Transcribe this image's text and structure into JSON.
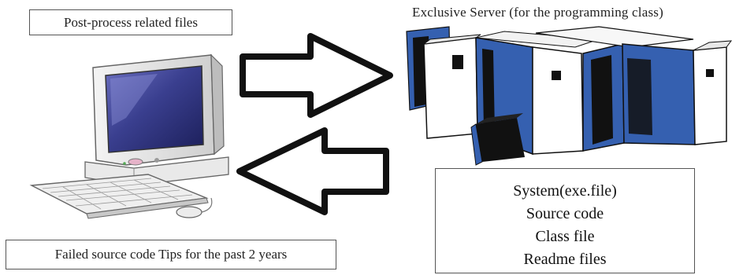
{
  "labels": {
    "post_process": "Post-process related files",
    "server_caption": "Exclusive Server  (for the programming class)",
    "failed_code": "Failed source code Tips for the past 2 years"
  },
  "files": [
    "System(exe.file)",
    "Source code",
    "Class file",
    "Readme files"
  ],
  "icons": {
    "computer": "desktop-computer-icon",
    "server": "server-rack-icon",
    "arrow_right": "arrow-right-icon",
    "arrow_left": "arrow-left-icon"
  },
  "colors": {
    "server_blue": "#3560b0",
    "server_dark": "#111111",
    "screen_blue": "#3a3f8f",
    "outline": "#222222"
  }
}
